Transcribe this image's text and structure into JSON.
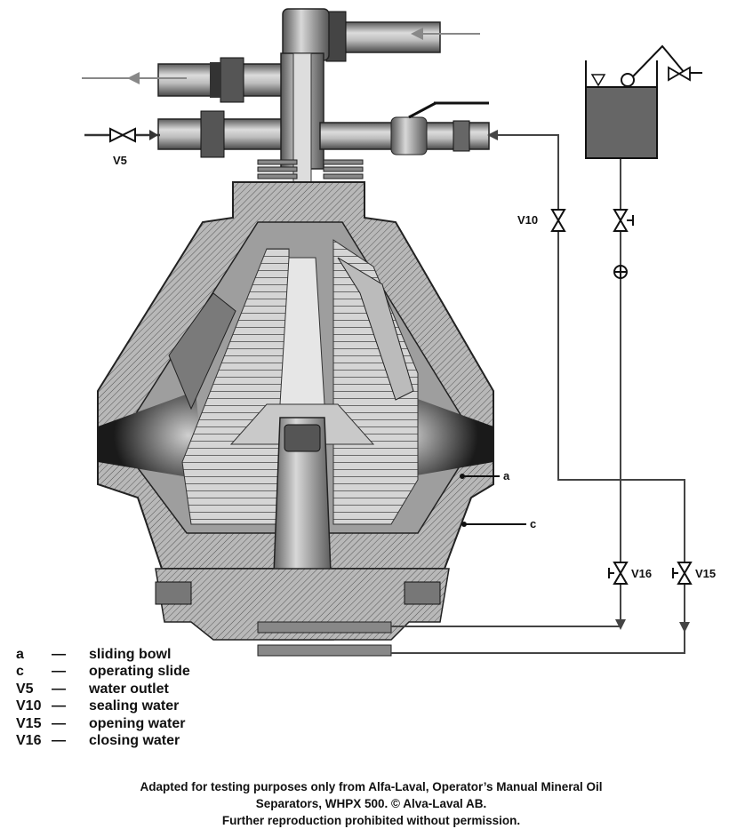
{
  "labels": {
    "a": "a",
    "c": "c",
    "V5": "V5",
    "V10": "V10",
    "V16": "V16",
    "V15": "V15"
  },
  "legend": [
    {
      "key": "a",
      "dash": "—",
      "desc": "sliding bowl"
    },
    {
      "key": "c",
      "dash": "—",
      "desc": "operating slide"
    },
    {
      "key": "V5",
      "dash": "—",
      "desc": "water outlet"
    },
    {
      "key": "V10",
      "dash": "—",
      "desc": "sealing water"
    },
    {
      "key": "V15",
      "dash": "—",
      "desc": "opening water"
    },
    {
      "key": "V16",
      "dash": "—",
      "desc": "closing water"
    }
  ],
  "credit": {
    "line1": "Adapted for testing purposes only from Alfa-Laval, Operator’s Manual Mineral Oil",
    "line2": "Separators, WHPX 500.  © Alva-Laval AB.",
    "line3": "Further reproduction prohibited without permission."
  }
}
